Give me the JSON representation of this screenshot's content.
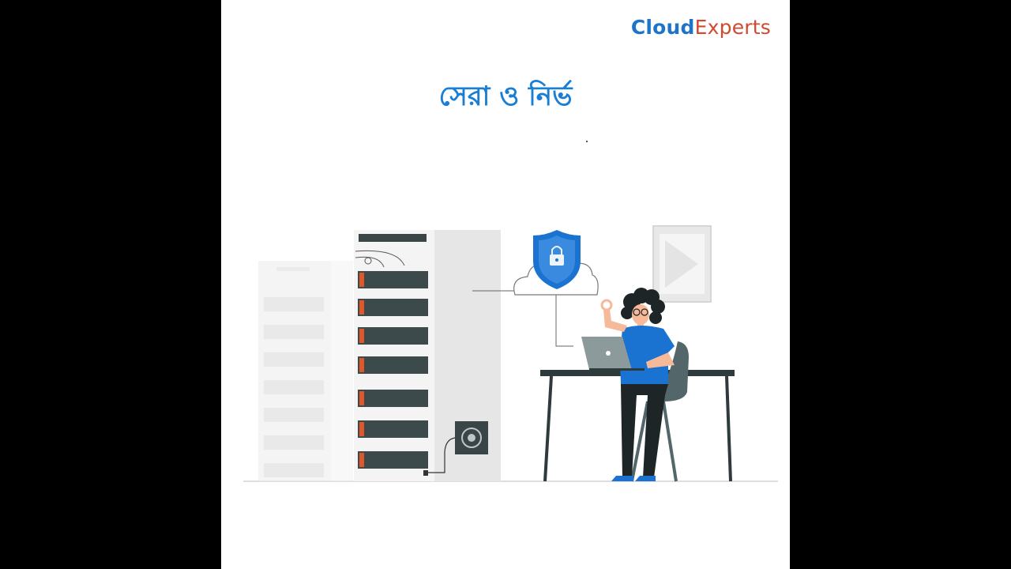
{
  "brand": {
    "part1": "Cloud",
    "part2": "Experts",
    "color1": "#1e74c9",
    "color2": "#d1492e"
  },
  "headline": {
    "text": "সেরা ও নির্ভ",
    "color": "#1a7fd4"
  },
  "illustration": {
    "icons": [
      "server-rack-icon",
      "shield-lock-icon",
      "cloud-icon",
      "person-with-laptop",
      "picture-frame-icon",
      "fan-unit-icon"
    ],
    "accent_color": "#1a73d1",
    "led_color": "#e0582a",
    "drive_color": "#3c4a4c"
  }
}
